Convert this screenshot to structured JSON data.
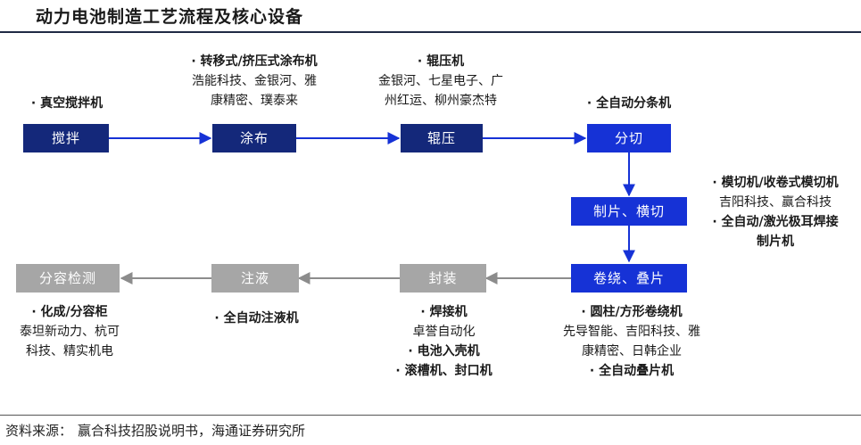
{
  "title": "动力电池制造工艺流程及核心设备",
  "source": {
    "label": "资料来源：",
    "text": "赢合科技招股说明书，海通证券研究所"
  },
  "colors": {
    "navy": "#14287a",
    "blue": "#1632d6",
    "gray": "#a6a6a6",
    "arrow_blue": "#1632d6",
    "arrow_gray": "#8c8c8c"
  },
  "steps": {
    "mix": "搅拌",
    "coat": "涂布",
    "roll": "辊压",
    "slit": "分切",
    "tab": "制片、横切",
    "wind": "卷绕、叠片",
    "pack": "封装",
    "fill": "注液",
    "grade": "分容检测"
  },
  "equipment": {
    "mix": {
      "head": "· 真空搅拌机"
    },
    "coat": {
      "head": "· 转移式/挤压式涂布机",
      "l1": "浩能科技、金银河、雅",
      "l2": "康精密、璞泰来"
    },
    "roll": {
      "head": "· 辊压机",
      "l1": "金银河、七星电子、广",
      "l2": "州红运、柳州豪杰特"
    },
    "slit": {
      "head": "· 全自动分条机"
    },
    "tab": {
      "head1": "· 模切机/收卷式模切机",
      "l1": "吉阳科技、赢合科技",
      "head2": "· 全自动/激光极耳焊接",
      "head2b": "制片机"
    },
    "wind": {
      "head1": "· 圆柱/方形卷绕机",
      "l1": "先导智能、吉阳科技、雅",
      "l2": "康精密、日韩企业",
      "head2": "· 全自动叠片机"
    },
    "pack": {
      "head1": "· 焊接机",
      "l1": "卓誉自动化",
      "head2": "· 电池入壳机",
      "head3": "· 滚槽机、封口机"
    },
    "fill": {
      "head": "· 全自动注液机"
    },
    "grade": {
      "head": "· 化成/分容柜",
      "l1": "泰坦新动力、杭可",
      "l2": "科技、精实机电"
    }
  }
}
